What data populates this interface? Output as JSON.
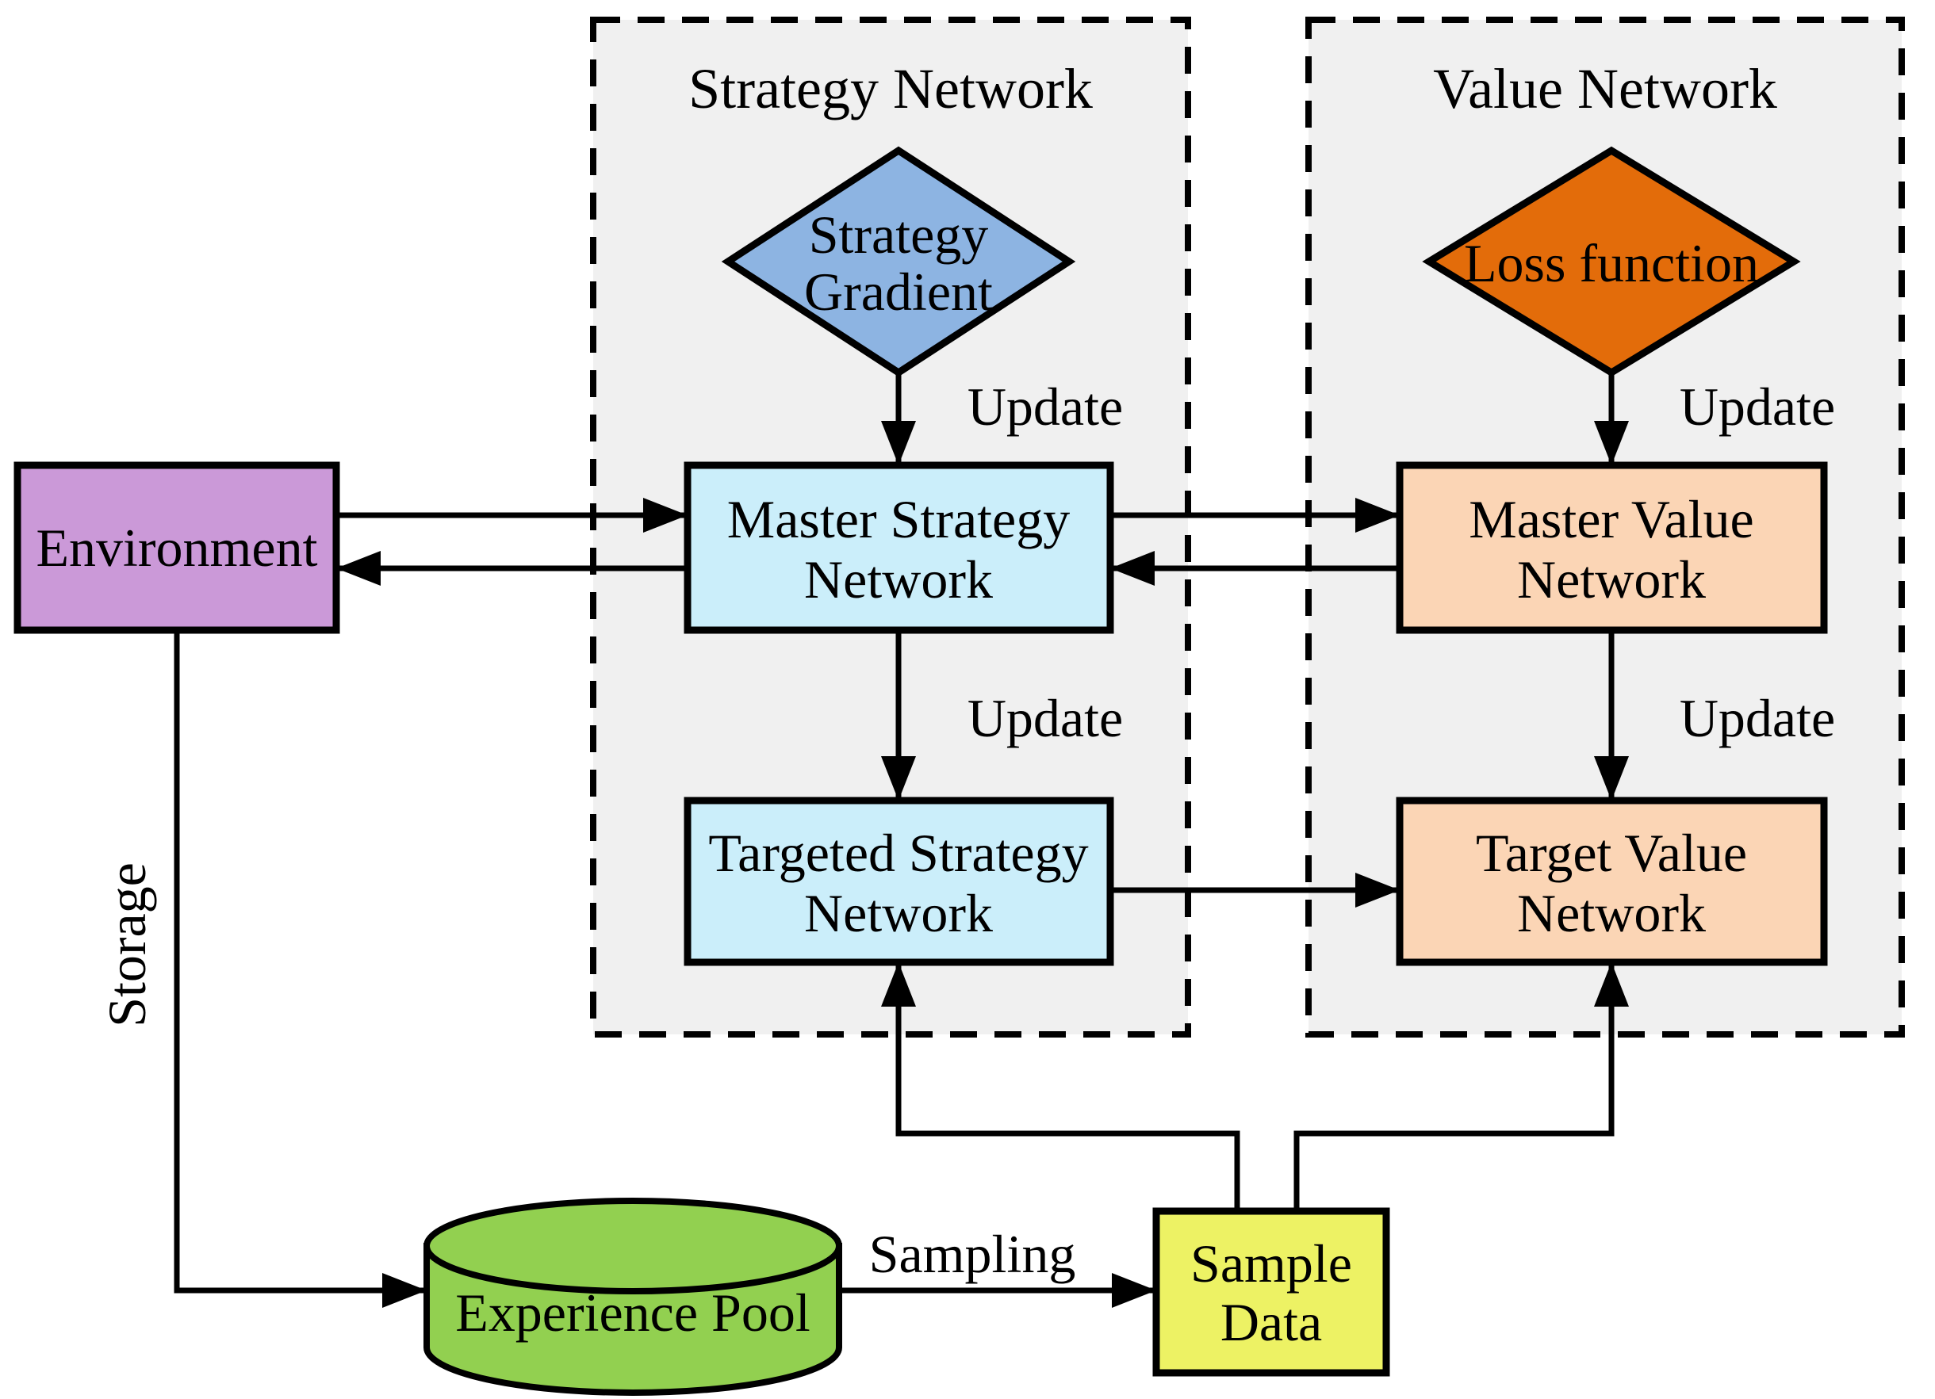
{
  "colors": {
    "background": "#FFFFFF",
    "panel_fill": "#F0F0F0",
    "line": "#000000",
    "environment_fill": "#CB99D8",
    "strategy_diamond_fill": "#8DB4E2",
    "loss_diamond_fill": "#E36C0A",
    "strategy_box_fill": "#CBEEFA",
    "value_box_fill": "#FBD5B5",
    "experience_pool_fill": "#92D050",
    "sample_data_fill": "#EDF264"
  },
  "panels": {
    "strategy": {
      "title": "Strategy Network"
    },
    "value": {
      "title": "Value Network"
    }
  },
  "nodes": {
    "environment": {
      "label": "Environment"
    },
    "strategy_gradient": {
      "line1": "Strategy",
      "line2": "Gradient"
    },
    "loss_function": {
      "label": "Loss function"
    },
    "master_strategy": {
      "line1": "Master Strategy",
      "line2": "Network"
    },
    "master_value": {
      "line1": "Master Value",
      "line2": "Network"
    },
    "targeted_strategy": {
      "line1": "Targeted Strategy",
      "line2": "Network"
    },
    "target_value": {
      "line1": "Target Value",
      "line2": "Network"
    },
    "experience_pool": {
      "label": "Experience Pool"
    },
    "sample_data": {
      "line1": "Sample",
      "line2": "Data"
    }
  },
  "edge_labels": {
    "update_strategy_gradient": "Update",
    "update_loss_function": "Update",
    "update_targeted_strategy": "Update",
    "update_target_value": "Update",
    "storage": "Storage",
    "sampling": "Sampling"
  }
}
